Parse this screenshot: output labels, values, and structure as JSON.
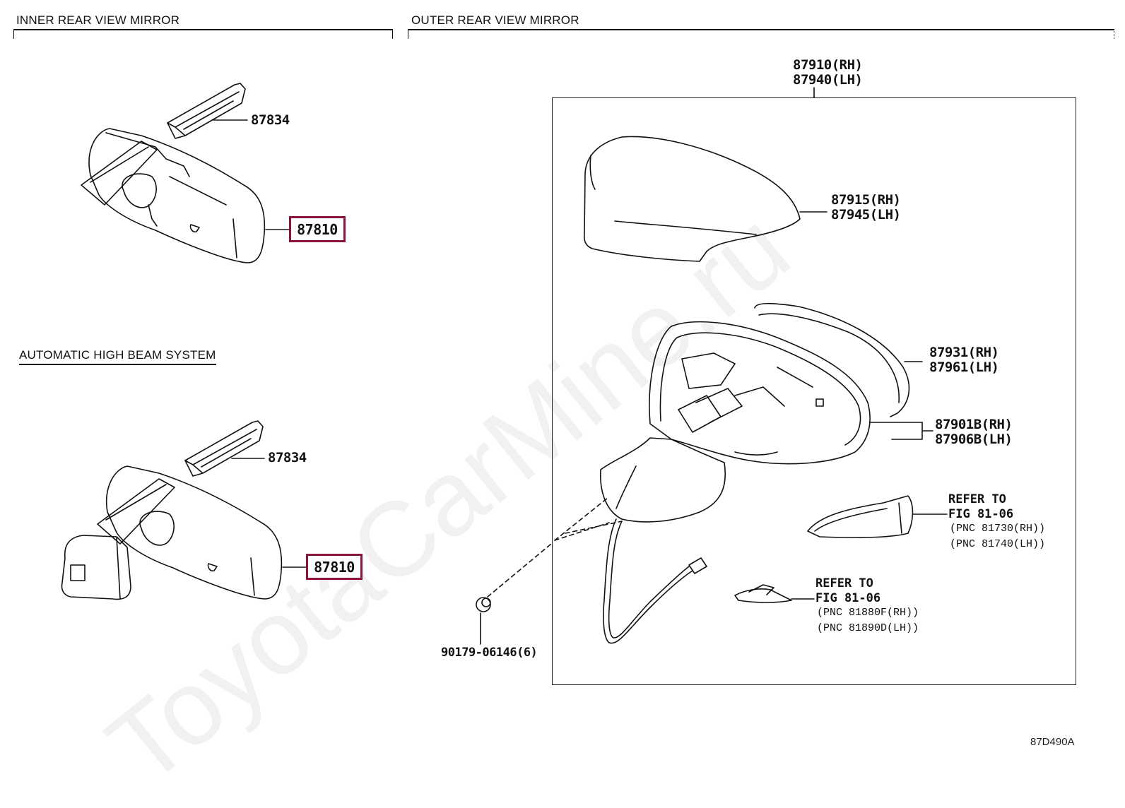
{
  "sections": {
    "inner": {
      "title": "INNER REAR VIEW MIRROR"
    },
    "outer": {
      "title": "OUTER REAR VIEW MIRROR"
    },
    "auto_high_beam": {
      "title": "AUTOMATIC HIGH BEAM SYSTEM"
    }
  },
  "inner_parts": {
    "cover": "87834",
    "mirror": "87810"
  },
  "auto_high_beam_parts": {
    "cover": "87834",
    "mirror": "87810"
  },
  "outer_parts": {
    "assembly": {
      "rh": "87910(RH)",
      "lh": "87940(LH)"
    },
    "cap": {
      "rh": "87915(RH)",
      "lh": "87945(LH)"
    },
    "housing": {
      "rh": "87931(RH)",
      "lh": "87961(LH)"
    },
    "mirror_glass": {
      "rh": "87901B(RH)",
      "lh": "87906B(LH)"
    },
    "turn_signal_ref": {
      "line1": "REFER TO",
      "line2": "FIG 81-06",
      "pnc_rh": "(PNC 81730(RH))",
      "pnc_lh": "(PNC 81740(LH))"
    },
    "lamp_ref": {
      "line1": "REFER TO",
      "line2": "FIG 81-06",
      "pnc_rh": "(PNC 81880F(RH))",
      "pnc_lh": "(PNC 81890D(LH))"
    },
    "clip": "90179-06146(6)"
  },
  "highlight_color": "#8b1538",
  "watermark": "ToyotaCarMine.ru",
  "diagram_code": "87D490A"
}
